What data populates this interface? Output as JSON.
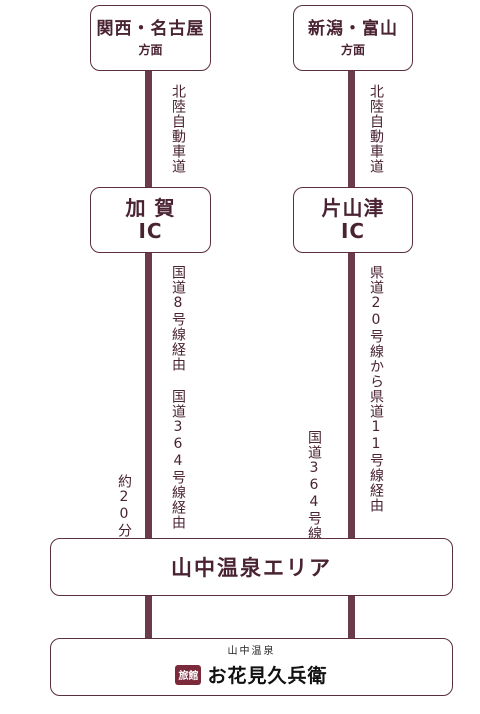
{
  "origins": {
    "left": {
      "main": "関西・名古屋",
      "sub": "方面"
    },
    "right": {
      "main": "新潟・富山",
      "sub": "方面"
    }
  },
  "interchanges": {
    "left": {
      "line1": "加 賀",
      "line2": "IC"
    },
    "right": {
      "line1": "片山津",
      "line2": "IC"
    }
  },
  "route_labels": {
    "expressway": "北陸自動車道",
    "left_route": "国道8号線経由 国道364号線経由",
    "right_route_inner": "国道364号線",
    "right_route_outer": "県道20号線から県道11号線経由",
    "time": "約20分"
  },
  "destination": {
    "label": "山中温泉エリア"
  },
  "logo": {
    "small": "山中温泉",
    "seal": "旅館",
    "name": "お花見久兵衛"
  },
  "colors": {
    "line": "#6b3a4c",
    "border": "#5a3040",
    "text": "#4a2333",
    "seal": "#7a2a3a"
  }
}
